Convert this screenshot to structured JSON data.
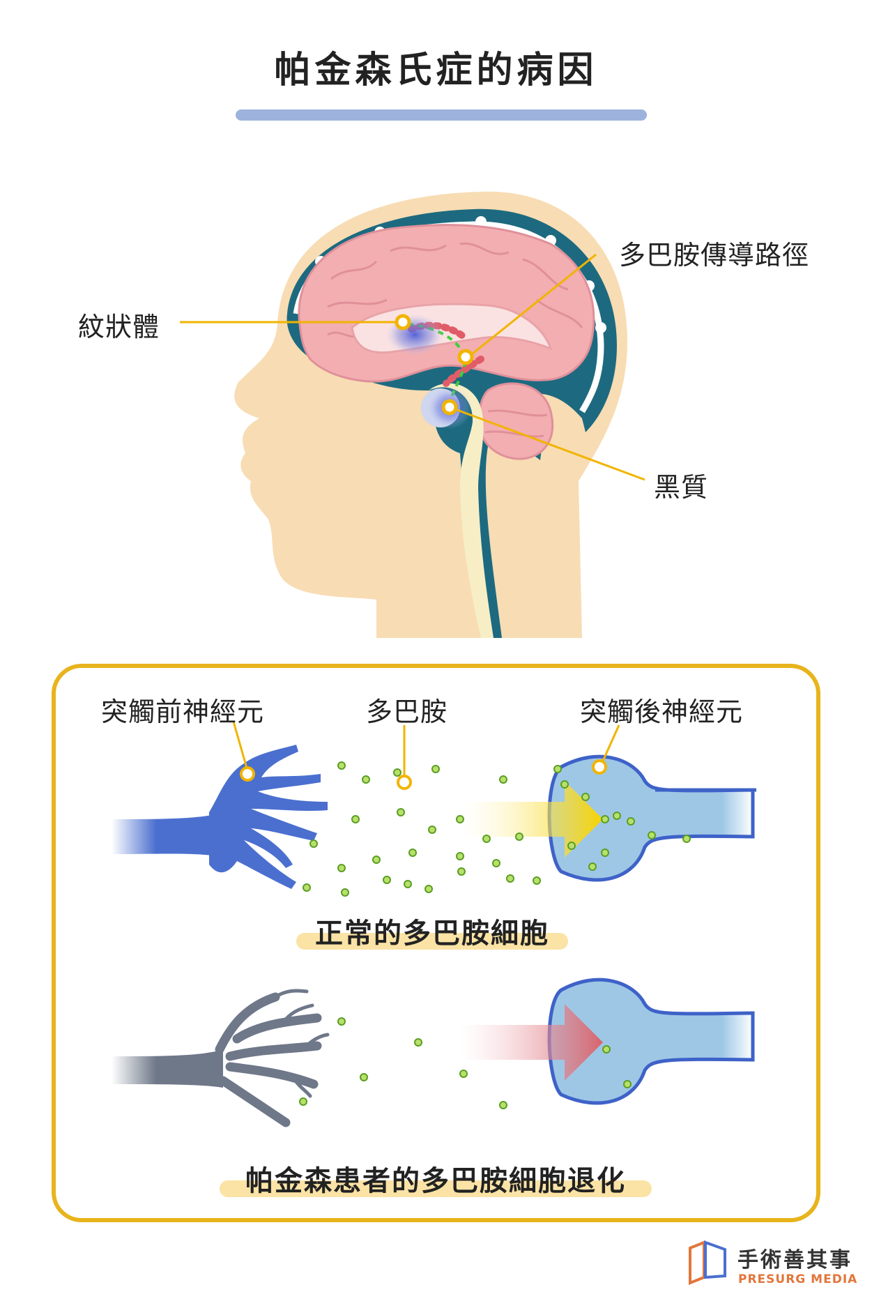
{
  "title": "帕金森氏症的病因",
  "brain": {
    "labels": {
      "striatum": "紋狀體",
      "pathway": "多巴胺傳導路徑",
      "substantia_nigra": "黑質"
    }
  },
  "synapse": {
    "presynaptic": "突觸前神經元",
    "dopamine": "多巴胺",
    "postsynaptic": "突觸後神經元",
    "normal_caption": "正常的多巴胺細胞",
    "disease_caption": "帕金森患者的多巴胺細胞退化"
  },
  "logo": {
    "name": "手術善其事",
    "sub": "PRESURG MEDIA"
  },
  "colors": {
    "accent_yellow": "#f1b400",
    "frame": "#e8b41c",
    "skin": "#f8dcb3",
    "teal": "#1d6a80",
    "brain_pink": "#f2aeb0",
    "neuron_blue": "#4a6fcf",
    "neuron_gray": "#6f7889",
    "dopamine_green": "#8bc34a"
  }
}
